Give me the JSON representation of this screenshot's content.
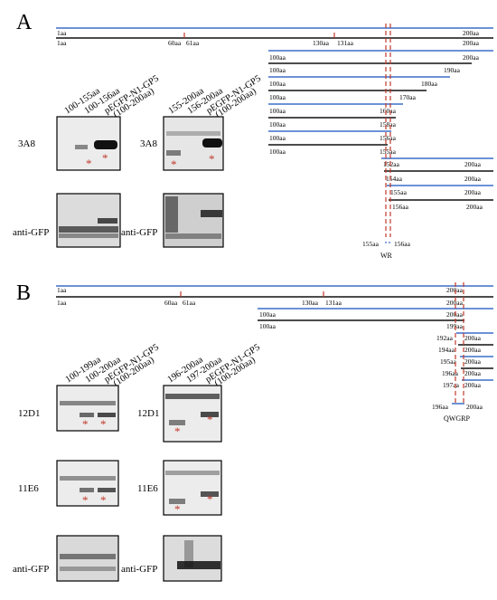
{
  "panel_a": {
    "letter": "A",
    "bars": [
      {
        "left": "1aa",
        "right": "200aa",
        "color": "#3b6fc9",
        "ticks": []
      },
      {
        "left": "1aa",
        "right": "200aa",
        "color": "#111111",
        "ticks": [
          "60aa",
          "61aa",
          "130aa",
          "131aa"
        ]
      },
      {
        "left": "100aa",
        "right": "200aa",
        "color": "#3b6fc9"
      },
      {
        "left": "100aa",
        "right": "190aa",
        "color": "#111111"
      },
      {
        "left": "100aa",
        "right": "180aa",
        "color": "#3b6fc9"
      },
      {
        "left": "100aa",
        "right": "170aa",
        "color": "#111111"
      },
      {
        "left": "100aa",
        "right": "160aa",
        "color": "#3b6fc9"
      },
      {
        "left": "100aa",
        "right": "158aa",
        "color": "#111111"
      },
      {
        "left": "100aa",
        "right": "156aa",
        "color": "#3b6fc9"
      },
      {
        "left": "100aa",
        "right": "155aa",
        "color": "#111111"
      },
      {
        "left": "152aa",
        "right": "200aa",
        "color": "#3b6fc9"
      },
      {
        "left": "154aa",
        "right": "200aa",
        "color": "#111111"
      },
      {
        "left": "155aa",
        "right": "200aa",
        "color": "#3b6fc9"
      },
      {
        "left": "156aa",
        "right": "200aa",
        "color": "#111111"
      }
    ],
    "boundary_left": "155aa",
    "boundary_right": "156aa",
    "motif": "WR",
    "blot_left": {
      "lanes": [
        "100-155aa",
        "100-156aa",
        "pEGFP-N1-GP5",
        "(100-200aa)"
      ],
      "antibody": "3A8",
      "control": "anti-GFP"
    },
    "blot_right": {
      "lanes": [
        "155-200aa",
        "156-200aa",
        "pEGFP-N1-GP5",
        "(100-200aa)"
      ],
      "antibody": "3A8",
      "control": "anti-GFP"
    }
  },
  "panel_b": {
    "letter": "B",
    "bars": [
      {
        "left": "1aa",
        "right": "200aa",
        "color": "#3b6fc9"
      },
      {
        "left": "1aa",
        "right": "200aa",
        "color": "#111111"
      },
      {
        "left": "100aa",
        "right": "200aa",
        "color": "#3b6fc9"
      },
      {
        "left": "100aa",
        "right": "199aa",
        "color": "#111111"
      },
      {
        "left": "192aa",
        "right": "200aa",
        "color": "#3b6fc9"
      },
      {
        "left": "194aa",
        "right": "200aa",
        "color": "#111111"
      },
      {
        "left": "195aa",
        "right": "200aa",
        "color": "#3b6fc9"
      },
      {
        "left": "196aa",
        "right": "200aa",
        "color": "#111111"
      },
      {
        "left": "197aa",
        "right": "200aa",
        "color": "#3b6fc9"
      },
      {
        "left": "196aa",
        "right": "200aa",
        "color": "#111111"
      }
    ],
    "ticks": [
      "60aa",
      "61aa",
      "130aa",
      "131aa"
    ],
    "motif": "QWGRP",
    "blot_left": {
      "lanes": [
        "100-199aa",
        "100-200aa",
        "pEGFP-N1-GP5",
        "(100-200aa)"
      ],
      "antibodies": [
        "12D1",
        "11E6"
      ],
      "control": "anti-GFP"
    },
    "blot_right": {
      "lanes": [
        "196-200aa",
        "197-200aa",
        "pEGFP-N1-GP5",
        "(100-200aa)"
      ],
      "antibodies": [
        "12D1",
        "11E6"
      ],
      "control": "anti-GFP"
    }
  },
  "colors": {
    "blue_bar": "#3b6fc9",
    "black_bar": "#111111",
    "marker": "#c0392b",
    "blot_bg": "#e9e9e9",
    "band": "#1a1a1a"
  }
}
